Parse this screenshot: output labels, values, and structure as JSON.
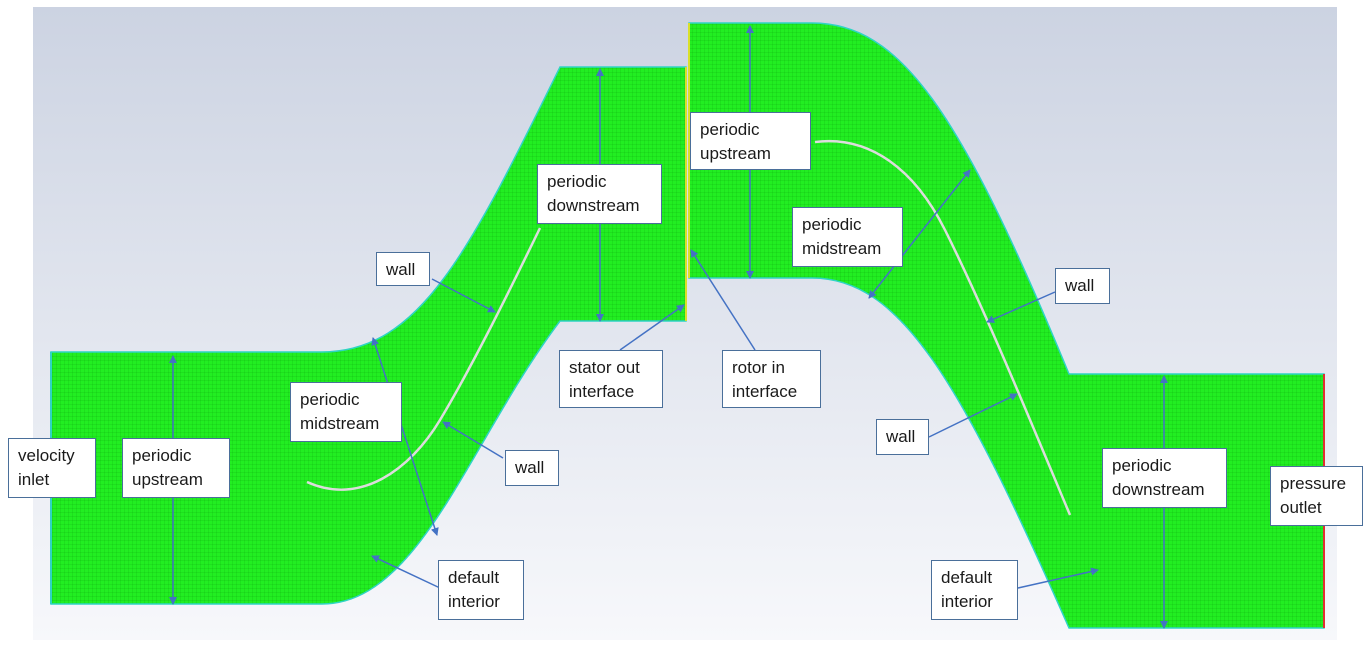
{
  "colors": {
    "mesh": "#22ee22",
    "mesh_grid": "#0fb40f",
    "boundary": "#2fd4c4",
    "arrow": "#4472c4",
    "bg_top": "#ccd3e2",
    "bg_bottom": "#f7f8fb"
  },
  "labels": {
    "velocity_inlet": [
      "velocity",
      "inlet"
    ],
    "stator_periodic_upstream": [
      "periodic",
      "upstream"
    ],
    "stator_periodic_midstream": [
      "periodic",
      "midstream"
    ],
    "stator_periodic_downstream": [
      "periodic",
      "downstream"
    ],
    "stator_wall_upper": "wall",
    "stator_wall_lower": "wall",
    "stator_default_interior": [
      "default",
      "interior"
    ],
    "stator_out_interface": [
      "stator out",
      "interface"
    ],
    "rotor_in_interface": [
      "rotor in",
      "interface"
    ],
    "rotor_periodic_upstream": [
      "periodic",
      "upstream"
    ],
    "rotor_periodic_midstream": [
      "periodic",
      "midstream"
    ],
    "rotor_wall_upper": "wall",
    "rotor_wall_lower": "wall",
    "rotor_periodic_downstream": [
      "periodic",
      "downstream"
    ],
    "rotor_default_interior": [
      "default",
      "interior"
    ],
    "pressure_outlet": [
      "pressure",
      "outlet"
    ]
  }
}
